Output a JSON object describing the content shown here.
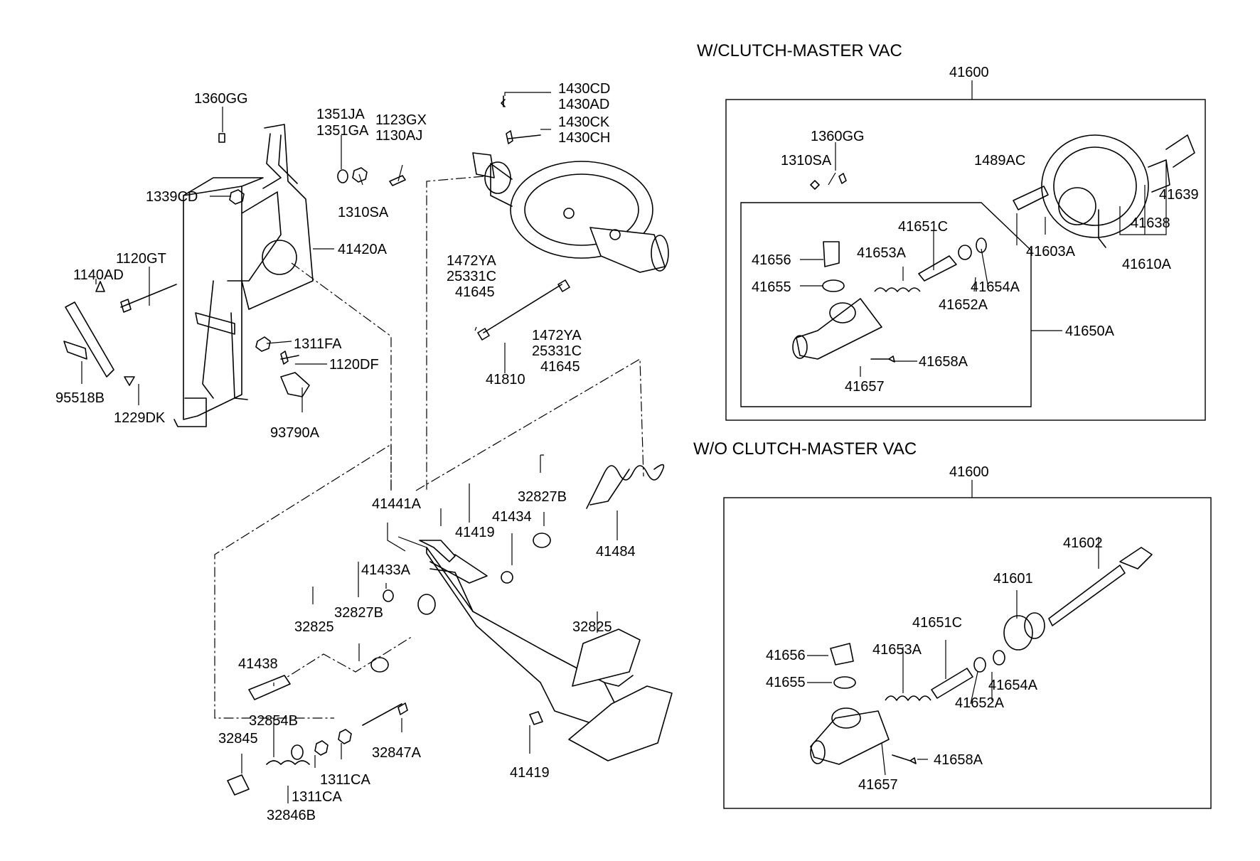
{
  "sections": {
    "with_vac": {
      "title": "W/CLUTCH-MASTER VAC",
      "assembly": "41600",
      "subassembly": "41650A"
    },
    "without_vac": {
      "title": "W/O CLUTCH-MASTER VAC",
      "assembly": "41600"
    }
  },
  "labels": {
    "l1360GG": "1360GG",
    "l1351JA": "1351JA",
    "l1351GA": "1351GA",
    "l1123GX": "1123GX",
    "l1130AJ": "1130AJ",
    "l1339CD": "1339CD",
    "l1310SA": "1310SA",
    "l41420A": "41420A",
    "l1120GT": "1120GT",
    "l1140AD": "1140AD",
    "l1311FA": "1311FA",
    "l1120DF": "1120DF",
    "l95518B": "95518B",
    "l1229DK": "1229DK",
    "l93790A": "93790A",
    "l1430CD": "1430CD",
    "l1430AD": "1430AD",
    "l1430CK": "1430CK",
    "l1430CH": "1430CH",
    "l1472YA_a": "1472YA",
    "l25331C_a": "25331C",
    "l41645_a": "41645",
    "l1472YA_b": "1472YA",
    "l25331C_b": "25331C",
    "l41645_b": "41645",
    "l41810": "41810",
    "l41441A": "41441A",
    "l32827B_a": "32827B",
    "l41434": "41434",
    "l41419_a": "41419",
    "l41484": "41484",
    "l41433A": "41433A",
    "l32827B_b": "32827B",
    "l32825_a": "32825",
    "l32825_b": "32825",
    "l41438": "41438",
    "l32854B": "32854B",
    "l32845": "32845",
    "l32847A": "32847A",
    "l1311CA_a": "1311CA",
    "l1311CA_b": "1311CA",
    "l32846B": "32846B",
    "l41419_b": "41419",
    "r1360GG": "1360GG",
    "r1310SA": "1310SA",
    "r1489AC": "1489AC",
    "r41639": "41639",
    "r41638": "41638",
    "r41610A": "41610A",
    "r41603A": "41603A",
    "r41651C": "41651C",
    "r41656": "41656",
    "r41653A": "41653A",
    "r41655": "41655",
    "r41654A": "41654A",
    "r41652A": "41652A",
    "r41657": "41657",
    "r41658A": "41658A",
    "s41602": "41602",
    "s41601": "41601",
    "s41651C": "41651C",
    "s41656": "41656",
    "s41653A": "41653A",
    "s41655": "41655",
    "s41654A": "41654A",
    "s41652A": "41652A",
    "s41658A": "41658A",
    "s41657": "41657"
  }
}
